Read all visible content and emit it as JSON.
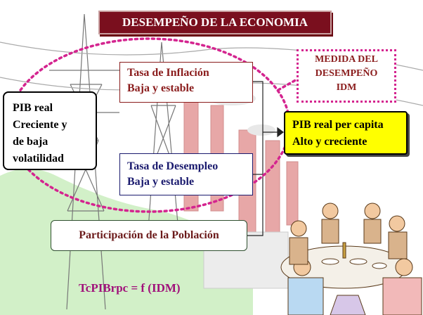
{
  "title": "DESEMPEÑO DE LA ECONOMIA",
  "pib_real": {
    "line1": "PIB real",
    "line2": "Creciente y",
    "line3": "de baja",
    "line4": "volatilidad"
  },
  "inflacion": {
    "line1": "Tasa de Inflación",
    "line2": "Baja y estable"
  },
  "desempleo": {
    "line1": "Tasa de Desempleo",
    "line2": "Baja y estable"
  },
  "participacion": "Participación de la Población",
  "medida": {
    "line1": "MEDIDA DEL",
    "line2": "DESEMPEÑO",
    "line3": "IDM"
  },
  "pib_per_capita": {
    "line1": "PIB real per capita",
    "line2": "Alto y creciente"
  },
  "formula": "TcPIBrpc = f (IDM)",
  "colors": {
    "title_bg": "#7a0f1e",
    "dotted_ellipse": "#d4248f",
    "highlight": "#ffff00",
    "formula": "#a0107a"
  }
}
